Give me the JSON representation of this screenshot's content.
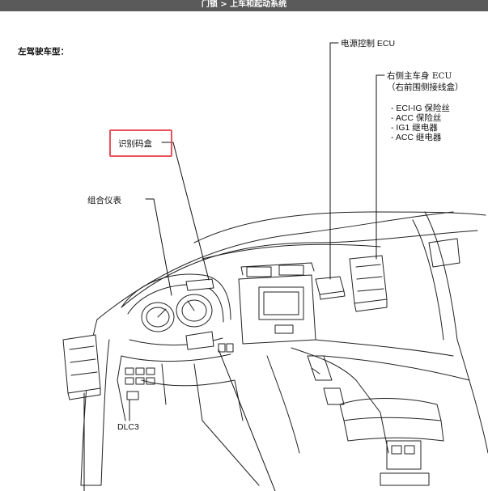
{
  "header": {
    "title": "门锁 > 上车和起动系统",
    "bar_color": "#5a5a5a"
  },
  "diagram": {
    "subtitle": "左驾驶车型：",
    "labels": {
      "power_ecu": "电源控制 ECU",
      "body_ecu_line1": "右侧主车身 ECU",
      "body_ecu_line2": "（右前围侧接线盒）",
      "id_code_box": "识别码盒",
      "combination_meter": "组合仪表",
      "dlc3": "DLC3"
    },
    "body_ecu_items": [
      "- ECI-IG 保险丝",
      "- ACC 保险丝",
      "- IG1 继电器",
      "- ACC 继电器"
    ],
    "highlight_color": "#e8525c"
  }
}
